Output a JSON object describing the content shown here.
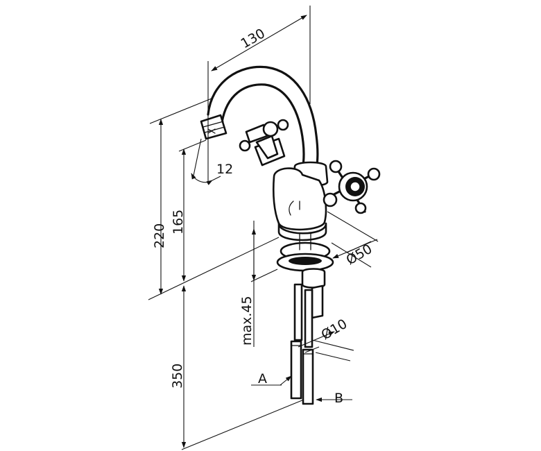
{
  "labels": {
    "d130": "130",
    "d12": "12",
    "d220": "220",
    "d165": "165",
    "d50": "Ø50",
    "dmax45": "max.45",
    "d10": "Ø10",
    "d350": "350",
    "a": "A",
    "b": "B"
  }
}
